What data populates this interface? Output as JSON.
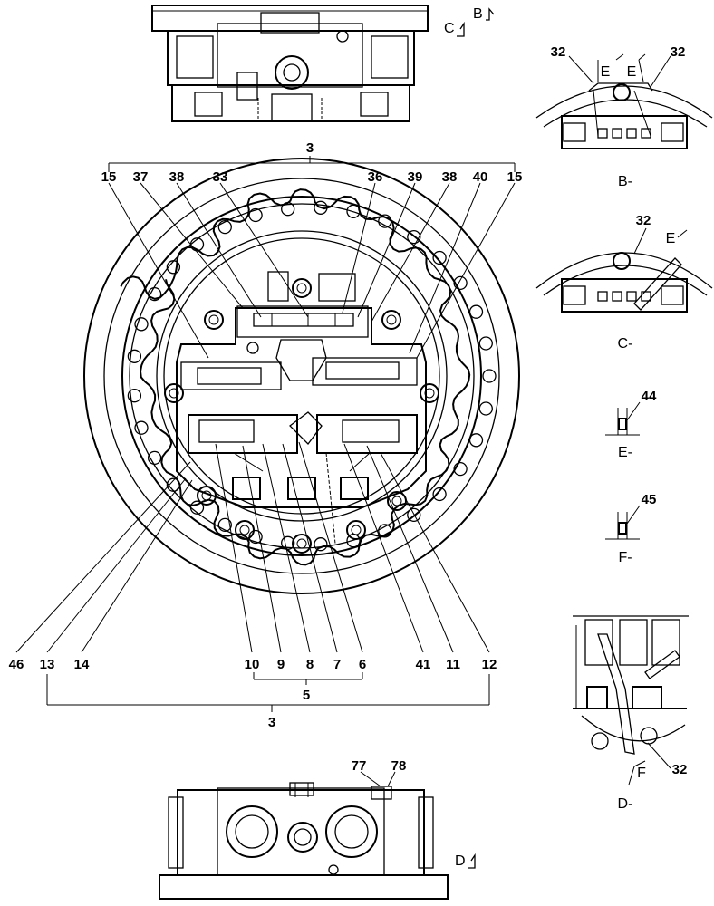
{
  "main_view": {
    "callouts_top": [
      "15",
      "37",
      "38",
      "33",
      "36",
      "39",
      "38",
      "40",
      "15"
    ],
    "callouts_bottom": [
      "46",
      "13",
      "14",
      "10",
      "9",
      "8",
      "7",
      "6",
      "41",
      "11",
      "12"
    ],
    "group_top": "3",
    "group_mid": "5",
    "group_bottom": "3"
  },
  "top_view": {
    "arrow_label": "C",
    "arrow_label2": "B"
  },
  "bottom_view": {
    "callouts": [
      "77",
      "78"
    ],
    "arrow_label": "D"
  },
  "detail_b": {
    "callouts": [
      "32",
      "32"
    ],
    "marks": [
      "E",
      "E"
    ],
    "caption": "B-"
  },
  "detail_c": {
    "callouts": [
      "32"
    ],
    "marks": [
      "E"
    ],
    "caption": "C-"
  },
  "detail_e": {
    "callouts": [
      "44"
    ],
    "caption": "E-"
  },
  "detail_f": {
    "callouts": [
      "45"
    ],
    "caption": "F-"
  },
  "detail_d": {
    "callouts": [
      "32"
    ],
    "marks": [
      "F"
    ],
    "caption": "D-"
  }
}
